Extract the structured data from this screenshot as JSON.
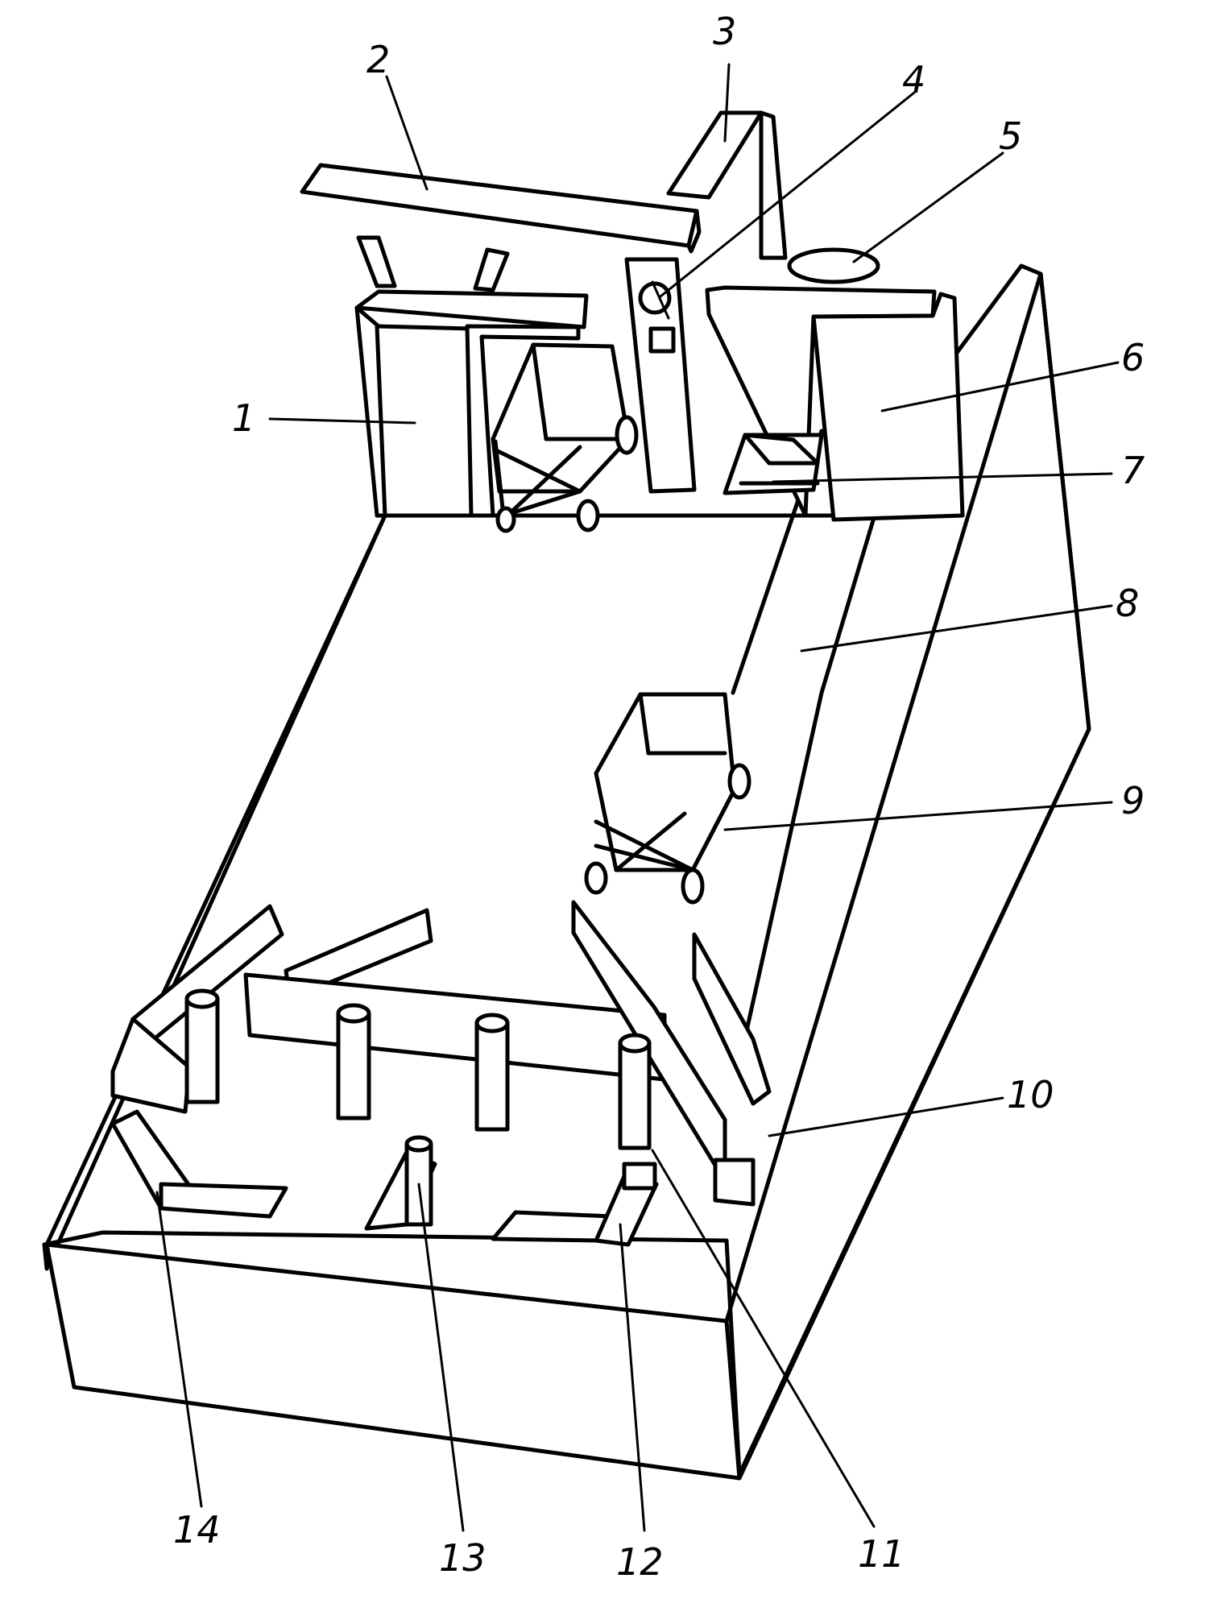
{
  "labels": [
    "1",
    "2",
    "3",
    "4",
    "5",
    "6",
    "7",
    "8",
    "9",
    "10",
    "11",
    "12",
    "13",
    "14"
  ],
  "colors": {
    "ink": "#000000",
    "paper": "#ffffff"
  }
}
